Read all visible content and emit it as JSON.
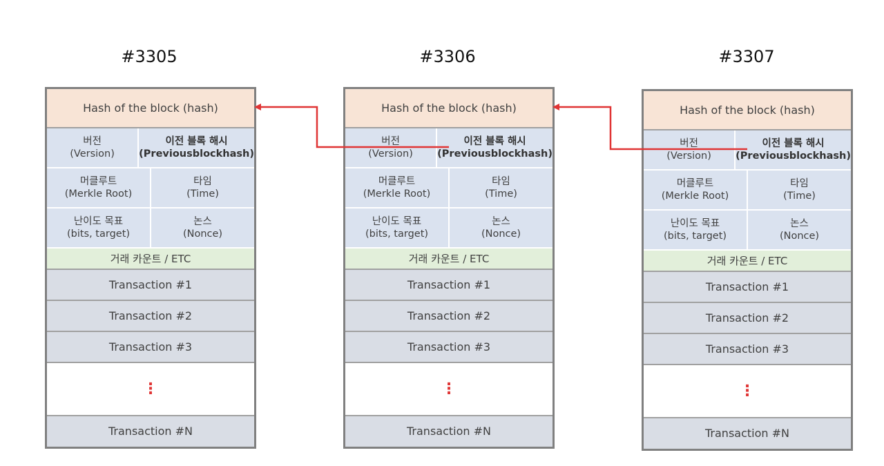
{
  "blocks": [
    {
      "title": "#3305",
      "hash_label": "Hash of the block (hash)",
      "version": [
        "버전",
        "(Version)"
      ],
      "prev_hash": [
        "이전 블록 해시",
        "(Previousblockhash)"
      ],
      "merkle": [
        "머클루트",
        "(Merkle Root)"
      ],
      "time": [
        "타임",
        "(Time)"
      ],
      "bits": [
        "난이도 목표",
        "(bits, target)"
      ],
      "nonce": [
        "논스",
        "(Nonce)"
      ],
      "etc": "거래 카운트 / ETC",
      "transactions": [
        "Transaction #1",
        "Transaction #2",
        "Transaction #3"
      ],
      "ellipsis": "⋮",
      "last_transaction": "Transaction #N"
    },
    {
      "title": "#3306",
      "hash_label": "Hash of the block (hash)",
      "version": [
        "버전",
        "(Version)"
      ],
      "prev_hash": [
        "이전 블록 해시",
        "(Previousblockhash)"
      ],
      "merkle": [
        "머클루트",
        "(Merkle Root)"
      ],
      "time": [
        "타임",
        "(Time)"
      ],
      "bits": [
        "난이도 목표",
        "(bits, target)"
      ],
      "nonce": [
        "논스",
        "(Nonce)"
      ],
      "etc": "거래 카운트 / ETC",
      "transactions": [
        "Transaction #1",
        "Transaction #2",
        "Transaction #3"
      ],
      "ellipsis": "⋮",
      "last_transaction": "Transaction #N"
    },
    {
      "title": "#3307",
      "hash_label": "Hash of the block (hash)",
      "version": [
        "버전",
        "(Version)"
      ],
      "prev_hash": [
        "이전 블록 해시",
        "(Previousblockhash)"
      ],
      "merkle": [
        "머클루트",
        "(Merkle Root)"
      ],
      "time": [
        "타임",
        "(Time)"
      ],
      "bits": [
        "난이도 목표",
        "(bits, target)"
      ],
      "nonce": [
        "논스",
        "(Nonce)"
      ],
      "etc": "거래 카운트 / ETC",
      "transactions": [
        "Transaction #1",
        "Transaction #2",
        "Transaction #3"
      ],
      "ellipsis": "⋮",
      "last_transaction": "Transaction #N"
    }
  ],
  "colors": {
    "arrow": "#e03434",
    "hash_fill": "#f8e4d6",
    "header_fill": "#dae2ef",
    "etc_fill": "#e2efda",
    "tx_fill": "#d9dde5",
    "border": "#808080"
  }
}
